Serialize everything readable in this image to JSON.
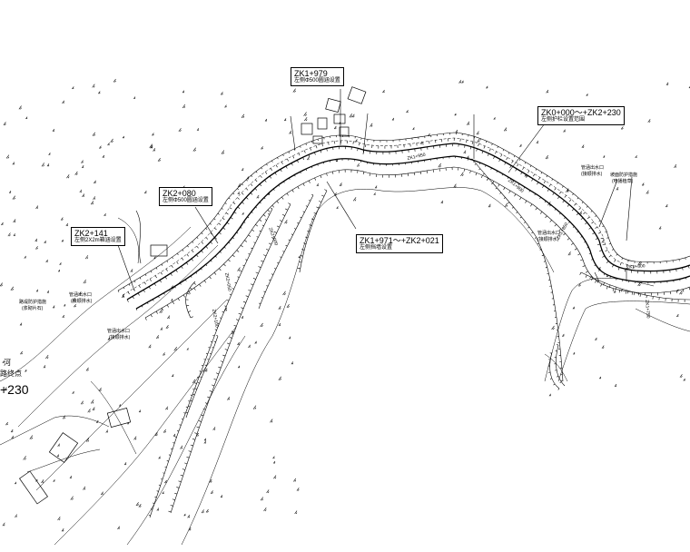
{
  "callouts": {
    "zk1_979": {
      "title": "ZK1+979",
      "note": "左侧Φ500圆涵设置"
    },
    "zk2_080": {
      "title": "ZK2+080",
      "note": "左侧Φ500圆涵设置"
    },
    "zk2_141": {
      "title": "ZK2+141",
      "note": "左侧2X2m箱涵设置"
    },
    "zk1_971_2021": {
      "title": "ZK1+971～+ZK2+021",
      "note": "左侧挡墙设置"
    },
    "zk0_000_2230": {
      "title": "ZK0+000～+ZK2+230",
      "note": "左侧护栏设置范围"
    }
  },
  "small_notes": {
    "right_1": "管涵出水口",
    "right_1b": "(接顺排水)",
    "right_2": "坡面防护措施",
    "right_2b": "(喷播植草)",
    "right_3": "管涵出水口",
    "right_3b": "(接顺排水)",
    "left_1": "路堤防护措施",
    "left_1b": "(浆砌片石)",
    "left_2": "管涵出水口",
    "left_2b": "(接顺排水)",
    "left_3": "管涵出水口",
    "left_3b": "(接顺排水)"
  },
  "left_edge": {
    "line1": "河",
    "line2": "路终点",
    "station": "+230"
  },
  "chainage": {
    "c1": "ZK1+950",
    "c2": "ZK2+000",
    "c3": "ZK2+050",
    "c4": "ZK2+100",
    "c5": "ZK1+900",
    "c6": "ZK1+850",
    "c7": "ZK1+800",
    "c8": "ZK1+750"
  },
  "colors": {
    "line": "#000000",
    "background": "#ffffff"
  }
}
